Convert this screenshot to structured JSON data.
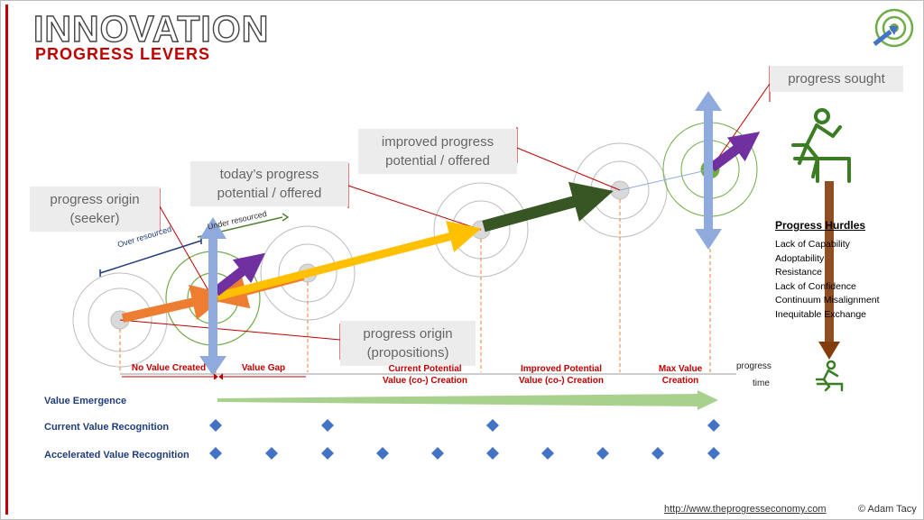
{
  "header": {
    "title": "INNOVATION",
    "subtitle": "PROGRESS LEVERS"
  },
  "callouts": {
    "progress_origin_seeker": [
      "progress origin",
      "(seeker)"
    ],
    "todays_progress": [
      "today’s progress",
      "potential / offered"
    ],
    "improved_progress": [
      "improved progress",
      "potential / offered"
    ],
    "progress_sought": "progress sought",
    "progress_origin_propositions": [
      "progress origin",
      "(propositions)"
    ]
  },
  "annotations": {
    "over_resourced": "Over resourced",
    "under_resourced": "Under resourced"
  },
  "stages": [
    {
      "label": [
        "No Value Created"
      ]
    },
    {
      "label": [
        "Value Gap"
      ]
    },
    {
      "label": [
        "Current Potential",
        "Value (co-) Creation"
      ]
    },
    {
      "label": [
        "Improved  Potential",
        "Value (co-) Creation"
      ]
    },
    {
      "label": [
        "Max  Value",
        "Creation"
      ]
    }
  ],
  "axis": {
    "x_label": "progress",
    "t_label": "time"
  },
  "rows": {
    "value_emergence": "Value Emergence",
    "current_value_recognition": "Current Value Recognition",
    "accelerated_value_recognition": "Accelerated Value Recognition"
  },
  "hurdles": {
    "title": "Progress Hurdles",
    "items": [
      "Lack of Capability",
      "Adoptability",
      "Resistance",
      "Lack of Confidence",
      "Continuum Misalignment",
      "Inequitable Exchange"
    ]
  },
  "footer": {
    "url": "http://www.theprogresseconomy.com",
    "copyright": "© Adam Tacy"
  },
  "colors": {
    "accent_red": "#c00000",
    "orange": "#ed7d31",
    "yellow": "#ffc000",
    "dark_green": "#375623",
    "purple": "#7030a0",
    "light_blue": "#8faadc",
    "green": "#70ad47",
    "navy": "#1f3d7a",
    "brown": "#843c0c"
  },
  "icons": [
    "target-logo-icon",
    "hurdler-icon",
    "small-hurdler-icon"
  ]
}
